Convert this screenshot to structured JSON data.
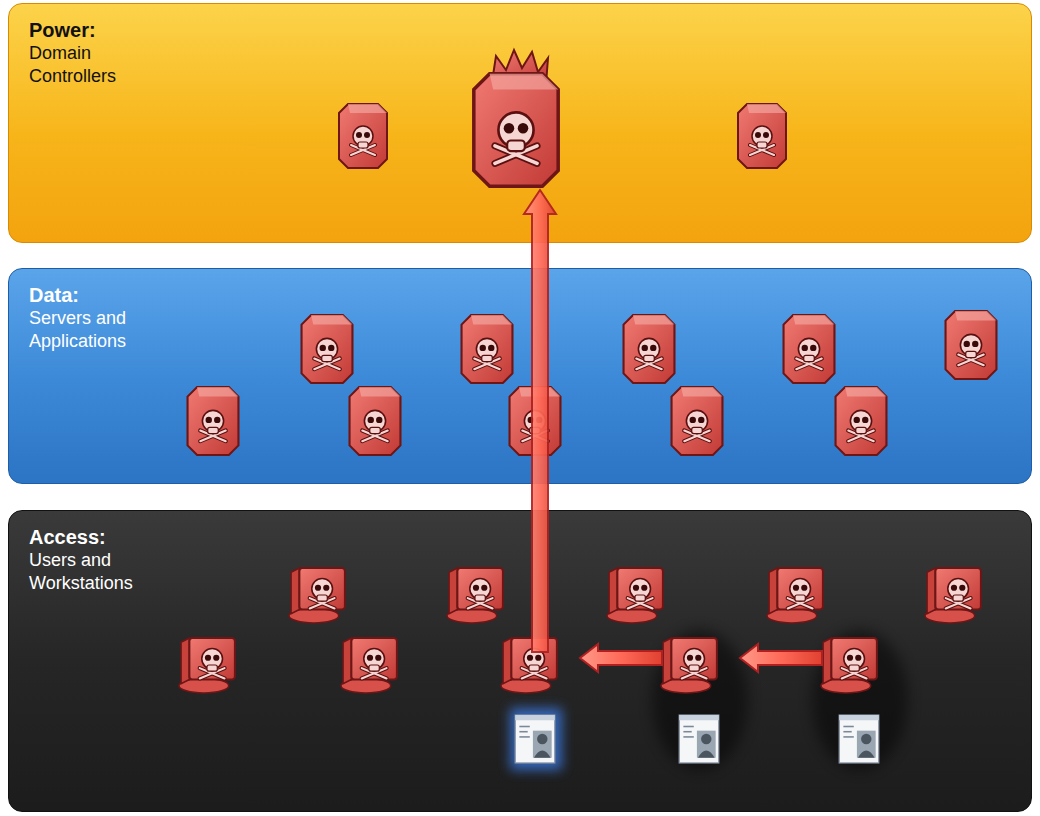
{
  "diagram": {
    "nodes": [
      {
        "text": [
          "Power:",
          "Domain Controllers"
        ]
      },
      {
        "text": [
          "Data:",
          "Servers and Applications"
        ]
      },
      {
        "text": [
          "Access:",
          "Users and Workstations"
        ]
      }
    ]
  }
}
